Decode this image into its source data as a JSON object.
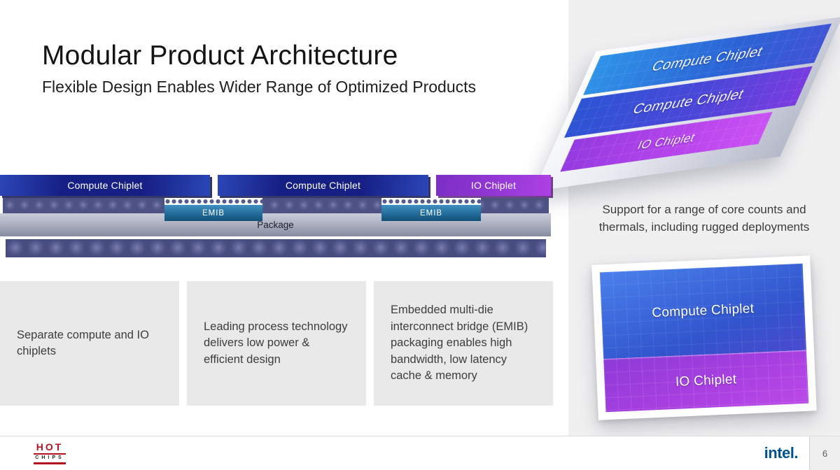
{
  "slide": {
    "title": "Modular Product Architecture",
    "subtitle": "Flexible Design Enables Wider Range of Optimized Products"
  },
  "diagram": {
    "chips": [
      {
        "label": "Compute Chiplet",
        "type": "compute"
      },
      {
        "label": "Compute Chiplet",
        "type": "compute"
      },
      {
        "label": "IO Chiplet",
        "type": "io"
      }
    ],
    "emib_labels": [
      "EMIB",
      "EMIB"
    ],
    "package_label": "Package"
  },
  "callouts": [
    "Separate compute and IO chiplets",
    "Leading process technology delivers low power & efficient design",
    "Embedded multi-die interconnect bridge (EMIB) packaging enables high bandwidth, low latency cache & memory"
  ],
  "right_panel": {
    "stack_labels": [
      "Compute Chiplet",
      "Compute Chiplet",
      "IO Chiplet"
    ],
    "support_text": "Support for a range of core counts and thermals, including rugged deployments",
    "card_labels": [
      "Compute Chiplet",
      "IO Chiplet"
    ]
  },
  "footer": {
    "hotchips_top": "HOT",
    "hotchips_bottom": "CHIPS",
    "intel_logo": "intel.",
    "page_number": "6"
  },
  "colors": {
    "compute_blue": "#161f84",
    "io_purple": "#9a38d9",
    "emib_teal": "#1c628f",
    "package_silver": "#adb1c2",
    "panel_gray": "#f0f0f1",
    "callout_gray": "#e9e9ea",
    "hotchips_red": "#b5121f",
    "intel_blue": "#00538f"
  }
}
